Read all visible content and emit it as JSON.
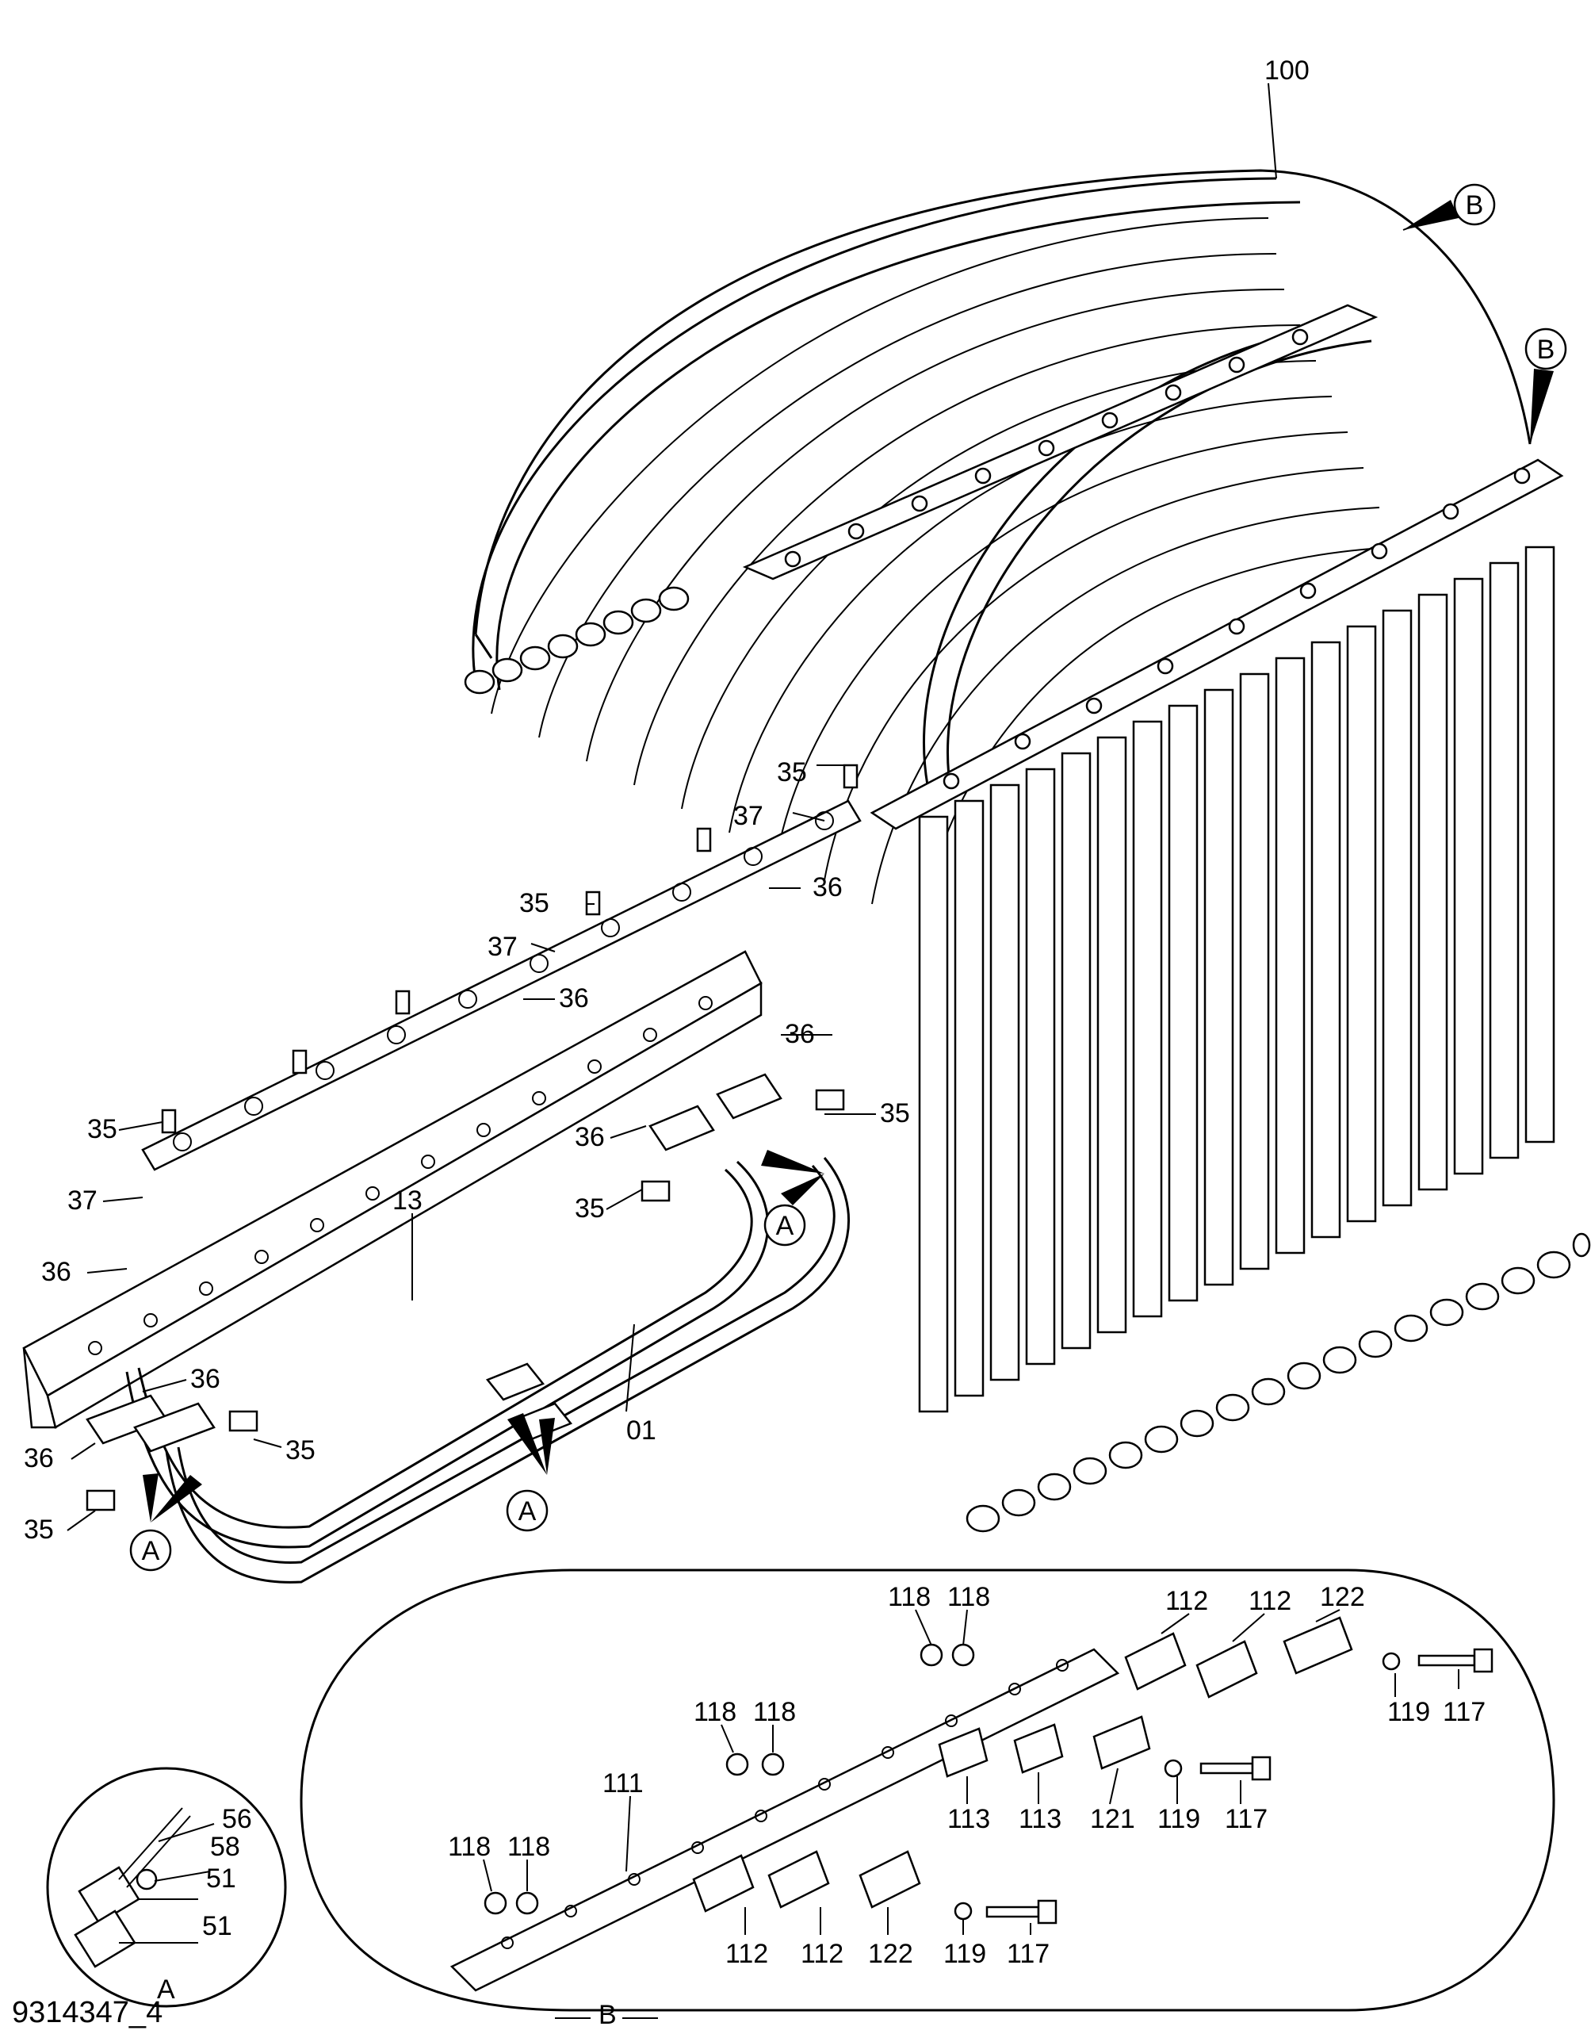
{
  "figure_id": "9314347_4",
  "detail_views": {
    "a": {
      "label": "A"
    },
    "b": {
      "label": "B"
    }
  },
  "callouts": {
    "a": "A",
    "b": "B"
  },
  "part_numbers": {
    "hose_bundle": "100",
    "pipe_13": "13",
    "pipe_01": "01",
    "bolt": "35",
    "o_ring": "36",
    "flange": "37",
    "bolt_56": "56",
    "washer_58": "58",
    "clamp_51": "51",
    "plate_111": "111",
    "clamp_112": "112",
    "clamp_113": "113",
    "bolt_117": "117",
    "nut_118": "118",
    "washer_119": "119",
    "plate_121": "121",
    "plate_122": "122"
  }
}
